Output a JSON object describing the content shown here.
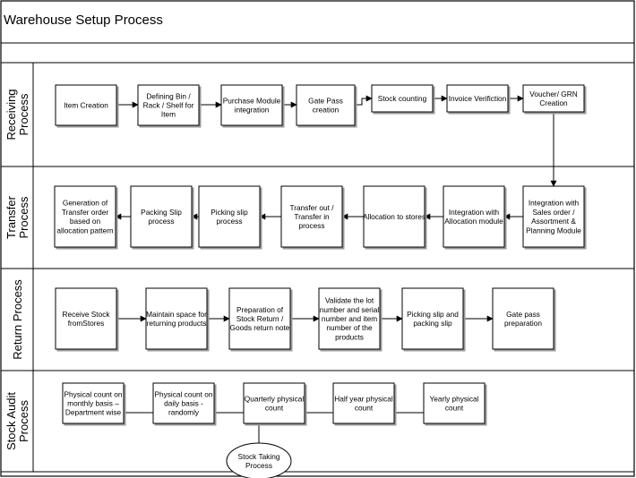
{
  "title": "Warehouse Setup Process",
  "lanes": [
    {
      "id": "receiving",
      "label": [
        "Receiving",
        "Process"
      ]
    },
    {
      "id": "transfer",
      "label": [
        "Transfer",
        "Process"
      ]
    },
    {
      "id": "return",
      "label": [
        "Return Process"
      ]
    },
    {
      "id": "audit",
      "label": [
        "Stock Audit",
        "Process"
      ]
    }
  ],
  "boxes": {
    "item_creation": [
      "Item Creation"
    ],
    "defining_bin": [
      "Defining Bin /",
      "Rack / Shelf for",
      "Item"
    ],
    "purchase_module": [
      "Purchase Module",
      "integration"
    ],
    "gate_pass_creation": [
      "Gate Pass",
      "creation"
    ],
    "stock_counting": [
      "Stock counting"
    ],
    "invoice_verification": [
      "Invoice Verifiction"
    ],
    "voucher_grn": [
      "Voucher/ GRN",
      "Creation"
    ],
    "integration_sales": [
      "Integration with",
      "Sales order /",
      "Assortment &",
      "Planning Module"
    ],
    "integration_allocation": [
      "Integration with",
      "Allocation module"
    ],
    "allocation_stores": [
      "Allocation to stores"
    ],
    "transfer_out": [
      "Transfer out  /",
      "Transfer in",
      "process"
    ],
    "picking_slip": [
      "Picking slip",
      "process"
    ],
    "packing_slip": [
      "Packing Slip",
      "process"
    ],
    "generation_transfer": [
      "Generation of",
      "Transfer order",
      "based on",
      "allocation pattern"
    ],
    "receive_stock": [
      "Receive Stock",
      "fromStores"
    ],
    "maintain_space": [
      "Maintain space for",
      "returning products"
    ],
    "preparation_return": [
      "Preparation of",
      "Stock Return /",
      "Goods return note"
    ],
    "validate_lot": [
      "Validate the lot",
      "number and serial",
      "number and item",
      "number of the",
      "products"
    ],
    "picking_packing": [
      "Picking slip and",
      "packing slip"
    ],
    "gate_pass_prep": [
      "Gate pass",
      "preparation"
    ],
    "physical_monthly": [
      "Physical count on",
      "monthly basis –",
      "Department wise"
    ],
    "physical_daily": [
      "Physical count on",
      "daily basis -",
      "randomly"
    ],
    "quarterly": [
      "Quarterly physical",
      "count"
    ],
    "half_year": [
      "Half year physical",
      "count"
    ],
    "yearly": [
      "Yearly physical",
      "count"
    ],
    "stock_taking": [
      "Stock Taking",
      "Process"
    ]
  }
}
